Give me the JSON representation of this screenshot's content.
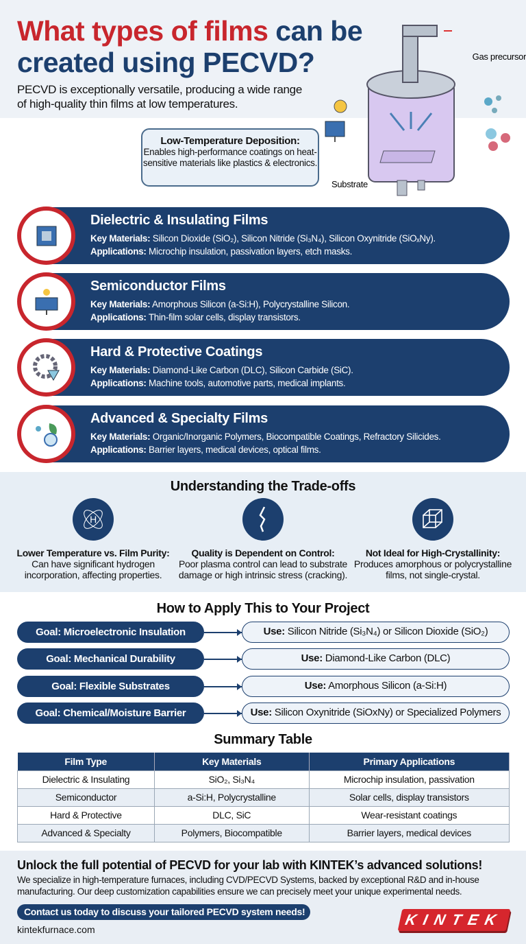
{
  "header": {
    "title_red": "What types of films",
    "title_blue": " can be created using PECVD?",
    "subtitle": "PECVD is exceptionally versatile, producing a wide range of high-quality thin films at low temperatures."
  },
  "callout": {
    "title": "Low-Temperature Deposition:",
    "text": "Enables high-performance coatings on heat-sensitive materials like plastics & electronics."
  },
  "diagram": {
    "gas_label": "Gas precursors",
    "substrate_label": "Substrate"
  },
  "films": [
    {
      "title": "Dielectric & Insulating Films",
      "km_label": "Key Materials:",
      "km": " Silicon Dioxide (SiO₂), Silicon Nitride (Si₃N₄), Silicon Oxynitride (SiOₓNy).",
      "app_label": "Applications:",
      "app": " Microchip insulation, passivation layers, etch masks.",
      "icon": "microchip-icon"
    },
    {
      "title": "Semiconductor Films",
      "km_label": "Key Materials:",
      "km": " Amorphous Silicon (a-Si:H), Polycrystalline Silicon.",
      "app_label": "Applications:",
      "app": " Thin-film solar cells, display transistors.",
      "icon": "solar-panel-icon"
    },
    {
      "title": "Hard & Protective Coatings",
      "km_label": "Key Materials:",
      "km": " Diamond-Like Carbon (DLC), Silicon Carbide (SiC).",
      "app_label": "Applications:",
      "app": " Machine tools, automotive parts, medical implants.",
      "icon": "gear-diamond-icon"
    },
    {
      "title": "Advanced & Specialty Films",
      "km_label": "Key Materials:",
      "km": " Organic/Inorganic Polymers, Biocompatible Coatings, Refractory Silicides.",
      "app_label": "Applications:",
      "app": " Barrier layers, medical devices, optical films.",
      "icon": "leaf-lens-icon"
    }
  ],
  "tradeoffs": {
    "title": "Understanding the Trade-offs",
    "items": [
      {
        "title": "Lower Temperature vs. Film Purity:",
        "text": "Can have significant hydrogen incorporation, affecting properties.",
        "icon": "hydrogen-atom-icon"
      },
      {
        "title": "Quality is Dependent on Control:",
        "text": "Poor plasma control can lead to substrate damage or high intrinsic stress (cracking).",
        "icon": "crack-icon"
      },
      {
        "title": "Not Ideal for High-Crystallinity:",
        "text": "Produces amorphous or polycrystalline films, not single-crystal.",
        "icon": "crystal-lattice-icon"
      }
    ]
  },
  "apply": {
    "title": "How to Apply This to Your Project",
    "use_label": "Use:",
    "rows": [
      {
        "goal": "Goal: Microelectronic Insulation",
        "use": " Silicon Nitride (Si₃N₄) or Silicon Dioxide (SiO₂)"
      },
      {
        "goal": "Goal: Mechanical Durability",
        "use": " Diamond-Like Carbon (DLC)"
      },
      {
        "goal": "Goal: Flexible Substrates",
        "use": " Amorphous Silicon (a-Si:H)"
      },
      {
        "goal": "Goal: Chemical/Moisture Barrier",
        "use": " Silicon Oxynitride (SiOxNy) or Specialized Polymers"
      }
    ]
  },
  "summary": {
    "title": "Summary Table",
    "headers": [
      "Film Type",
      "Key Materials",
      "Primary Applications"
    ],
    "rows": [
      [
        "Dielectric & Insulating",
        "SiO₂, Si₃N₄",
        "Microchip insulation, passivation"
      ],
      [
        "Semiconductor",
        "a-Si:H, Polycrystalline",
        "Solar cells, display transistors"
      ],
      [
        "Hard & Protective",
        "DLC, SiC",
        "Wear-resistant coatings"
      ],
      [
        "Advanced & Specialty",
        "Polymers, Biocompatible",
        "Barrier layers, medical devices"
      ]
    ]
  },
  "footer": {
    "headline": "Unlock the full potential of PECVD for your lab with KINTEK’s advanced solutions!",
    "text": "We specialize in high-temperature furnaces, including CVD/PECVD Systems, backed by exceptional R&D and in-house manufacturing. Our deep customization capabilities ensure we can precisely meet your unique experimental needs.",
    "cta": "Contact us today to discuss your tailored PECVD system needs!",
    "url": "kintekfurnace.com",
    "logo": "KINTEK"
  },
  "colors": {
    "navy": "#1c3f6e",
    "red": "#c8262d"
  }
}
